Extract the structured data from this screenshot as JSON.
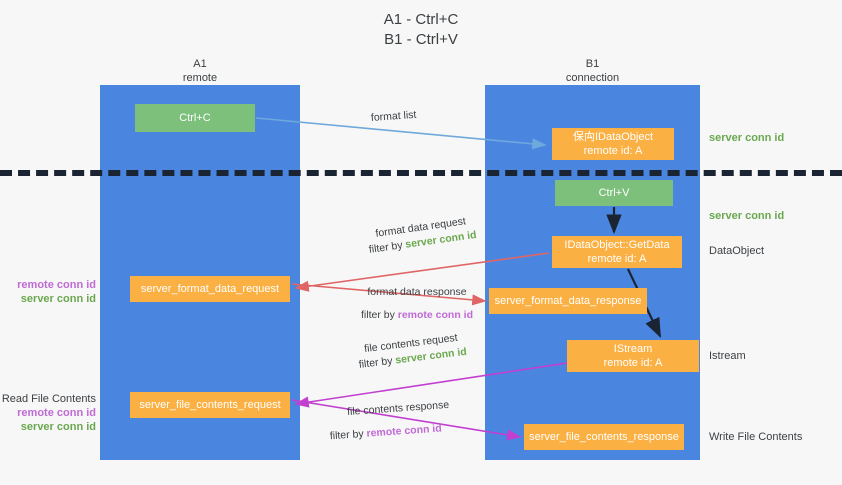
{
  "title": {
    "line1": "A1 - Ctrl+C",
    "line2": "B1 - Ctrl+V"
  },
  "lanes": [
    {
      "name": "A1",
      "sub": "remote"
    },
    {
      "name": "B1",
      "sub": "connection"
    }
  ],
  "nodes": {
    "ctrl_c": {
      "label": "Ctrl+C"
    },
    "ctrl_v": {
      "label": "Ctrl+V"
    },
    "idataobject_top": {
      "line1": "保⽱IDataObject",
      "line2": "remote id: A"
    },
    "getdata": {
      "line1": "IDataObject::GetData",
      "line2": "remote id: A"
    },
    "istream": {
      "line1": "IStream",
      "line2": "remote id: A"
    },
    "server_format_data_request": {
      "label": "server_format_data_request"
    },
    "server_format_data_response": {
      "label": "server_format_data_response"
    },
    "server_file_contents_request": {
      "label": "server_file_contents_request"
    },
    "server_file_contents_response": {
      "label": "server_file_contents_response"
    }
  },
  "right_notes": {
    "server_conn_id_1": "server conn id",
    "server_conn_id_2": "server conn id",
    "dataobject": "DataObject",
    "istream": "Istream",
    "write_file_contents": "Write File Contents"
  },
  "left_notes": {
    "remote_conn_id_1": "remote conn id",
    "server_conn_id_1": "server conn id",
    "read_file_contents": "Read File Contents",
    "remote_conn_id_2": "remote conn id",
    "server_conn_id_2": "server conn id"
  },
  "edges": {
    "format_list": {
      "label": "format list"
    },
    "format_data_request": {
      "line1": "format data request",
      "filter_prefix": "filter by ",
      "filter_value": "server conn id"
    },
    "format_data_response": {
      "line1": "format data response",
      "filter_prefix": "filter by ",
      "filter_value": "remote conn id"
    },
    "file_contents_request": {
      "line1": "file contents request",
      "filter_prefix": "filter by ",
      "filter_value": "server conn id"
    },
    "file_contents_response": {
      "line1": "file contents response",
      "filter_prefix": "filter by ",
      "filter_value": "remote conn id"
    }
  },
  "colors": {
    "lane": "#4a86e0",
    "node_green": "#7cc07c",
    "node_orange": "#fbb043",
    "server_conn_id": "#6aa84f",
    "remote_conn_id": "#c06ad6",
    "arrow_blue": "#6fa8dc",
    "arrow_red": "#e06666",
    "arrow_magenta": "#c23fd0",
    "arrow_dark": "#1a2433",
    "background": "#f7f7f7"
  }
}
